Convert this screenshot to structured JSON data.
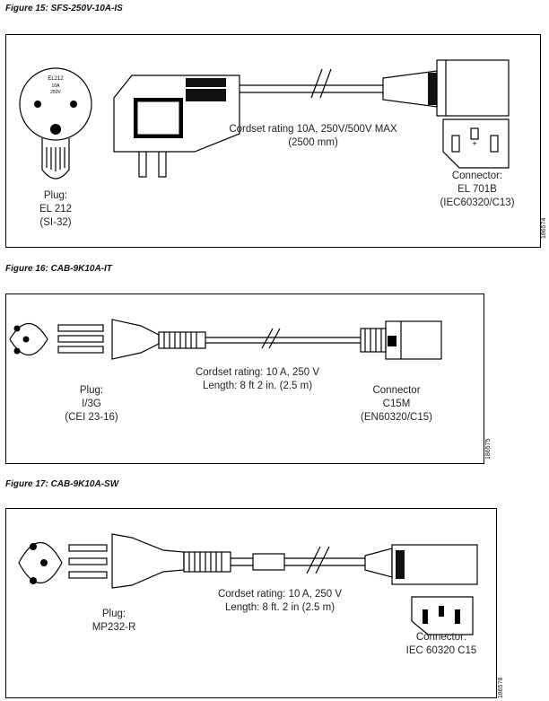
{
  "figures": [
    {
      "caption": "Figure 15: SFS-250V-10A-IS",
      "figure_id": "186574",
      "plug_face_text": [
        "EL212",
        "10A",
        "250V"
      ],
      "plug_label": [
        "Plug:",
        "EL 212",
        "(SI-32)"
      ],
      "rating_label": [
        "Cordset rating 10A, 250V/500V MAX",
        "(2500 mm)"
      ],
      "connector_label": [
        "Connector:",
        "EL 701B",
        "(IEC60320/C13)"
      ]
    },
    {
      "caption": "Figure 16: CAB-9K10A-IT",
      "figure_id": "186575",
      "plug_label": [
        "Plug:",
        "I/3G",
        "(CEI 23-16)"
      ],
      "rating_label": [
        "Cordset rating: 10 A, 250 V",
        "Length: 8 ft 2 in. (2.5 m)"
      ],
      "connector_label": [
        "Connector",
        "C15M",
        "(EN60320/C15)"
      ]
    },
    {
      "caption": "Figure 17: CAB-9K10A-SW",
      "figure_id": "186578",
      "plug_label": [
        "Plug:",
        "MP232-R"
      ],
      "rating_label": [
        "Cordset rating: 10 A, 250 V",
        "Length: 8 ft. 2 in (2.5 m)"
      ],
      "connector_label": [
        "Connector:",
        "IEC 60320 C15"
      ]
    }
  ]
}
